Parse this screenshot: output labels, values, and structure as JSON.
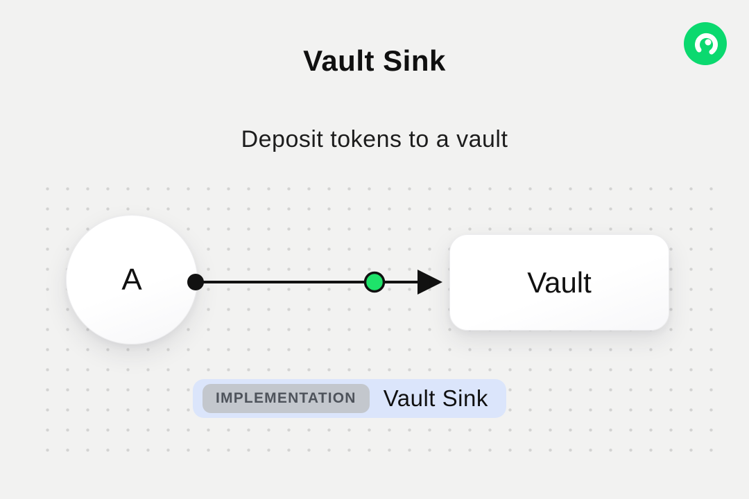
{
  "page": {
    "title": "Vault Sink",
    "subtitle": "Deposit tokens to a vault"
  },
  "diagram": {
    "node_a_label": "A",
    "vault_label": "Vault",
    "badge_label": "IMPLEMENTATION",
    "badge_value": "Vault Sink"
  },
  "icons": {
    "logo": "flow-logo-icon"
  },
  "colors": {
    "background": "#f2f2f1",
    "logo_green": "#0bd96f",
    "connector_dot_green": "#1ee36a",
    "connector_black": "#111111",
    "badge_bg": "#dbe5fb",
    "badge_tag_bg": "#c3c7cd",
    "badge_tag_text": "#4e535b",
    "dot_grid": "#d3d3d2"
  }
}
